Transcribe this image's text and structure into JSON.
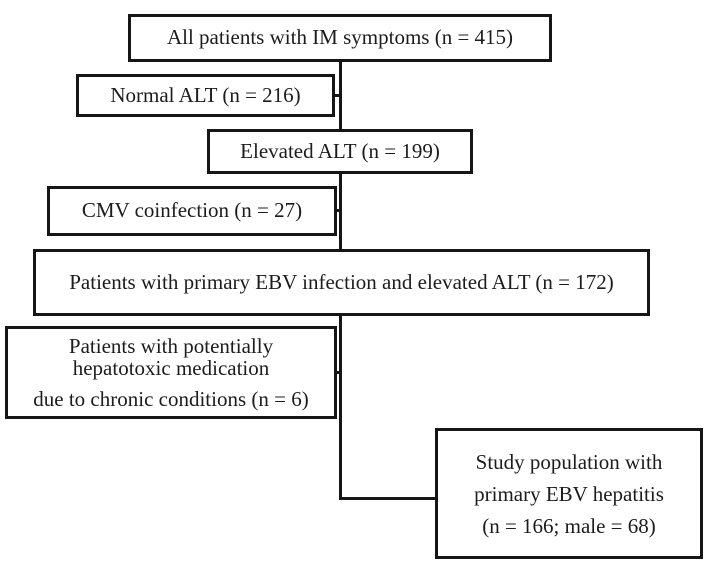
{
  "flowchart": {
    "nodes": {
      "all_patients": {
        "label": "All patients with IM symptoms (n = 415)"
      },
      "normal_alt": {
        "label": "Normal ALT (n = 216)"
      },
      "elevated_alt": {
        "label": "Elevated ALT (n = 199)"
      },
      "cmv_coinfection": {
        "label": "CMV coinfection (n = 27)"
      },
      "ebv_elevated_alt": {
        "label": "Patients with primary EBV infection and elevated ALT (n = 172)"
      },
      "hepatotoxic_medication": {
        "line1": "Patients with potentially",
        "line2": "hepatotoxic medication",
        "line3": "due to chronic conditions (n = 6)"
      },
      "study_population": {
        "line1": "Study population with",
        "line2": "primary EBV hepatitis",
        "line3": "(n = 166; male = 68)"
      }
    },
    "colors": {
      "background": "#ffffff",
      "border": "#161616",
      "text": "#1c1c1c",
      "connector": "#161616"
    }
  }
}
